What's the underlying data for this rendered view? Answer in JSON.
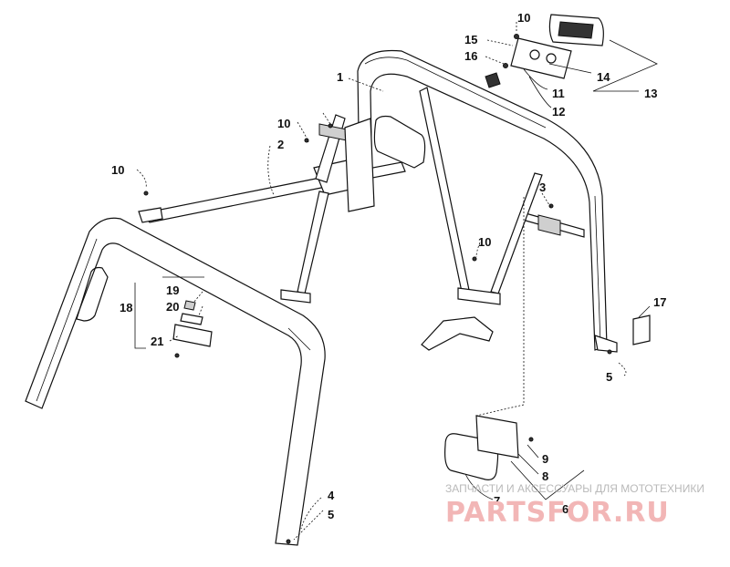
{
  "callouts": [
    "1",
    "2",
    "3",
    "4",
    "5",
    "5",
    "6",
    "7",
    "8",
    "9",
    "10",
    "10",
    "10",
    "10",
    "11",
    "12",
    "13",
    "14",
    "15",
    "16",
    "17",
    "18",
    "19",
    "20",
    "21"
  ],
  "watermark": {
    "tagline": "ЗАПЧАСТИ И АКСЕССУАРЫ ДЛЯ МОТОТЕХНИКИ",
    "brand": "PARTSFOR.RU"
  },
  "colors": {
    "line": "#111111",
    "watermark_brand": "#f2b6b6",
    "watermark_text": "#b9b9b9"
  }
}
